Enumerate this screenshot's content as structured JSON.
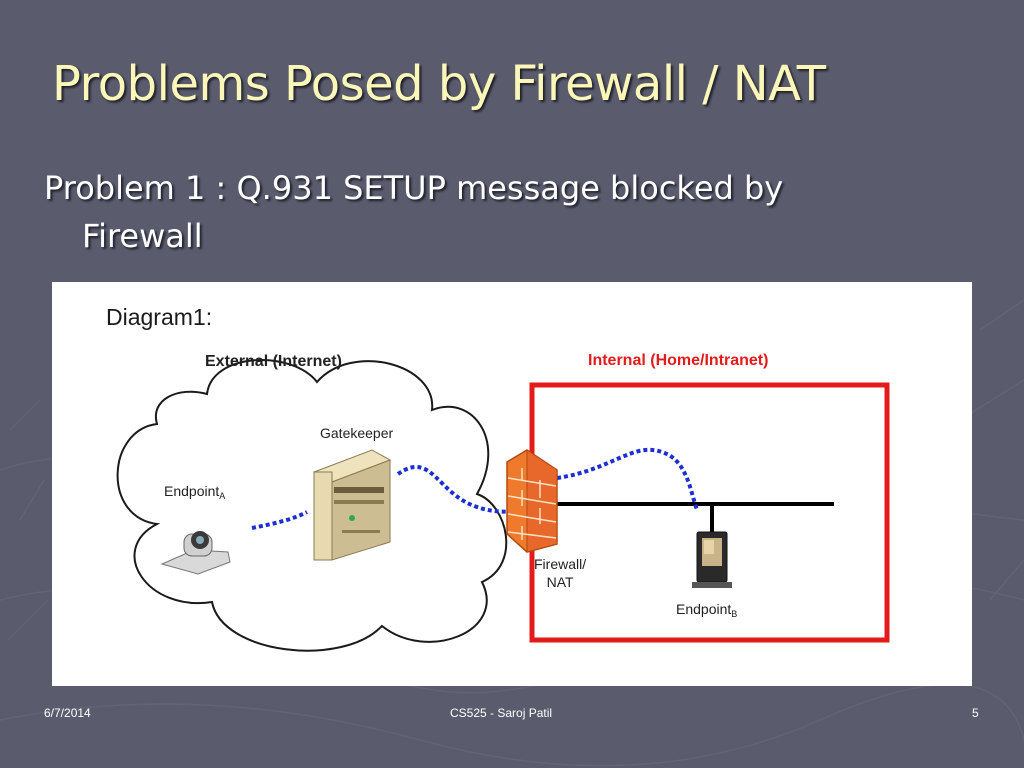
{
  "slide": {
    "title": "Problems Posed by Firewall / NAT",
    "bullet_line1": "Problem 1 : Q.931 SETUP message blocked by",
    "bullet_line2": "Firewall"
  },
  "diagram": {
    "heading": "Diagram1:",
    "external_label": "External (Internet)",
    "internal_label": "Internal (Home/Intranet)",
    "gatekeeper_label": "Gatekeeper",
    "endpoint_a_label": "Endpoint",
    "endpoint_a_sub": "A",
    "firewall_label_line1": "Firewall/",
    "firewall_label_line2": "NAT",
    "endpoint_b_label": "Endpoint",
    "endpoint_b_sub": "B",
    "colors": {
      "internal_box": "#e31b1b",
      "signal_path": "#1c2fd6",
      "firewall_brick": "#f07a2c"
    }
  },
  "footer": {
    "date": "6/7/2014",
    "center": "CS525 - Saroj Patil",
    "page": "5"
  }
}
